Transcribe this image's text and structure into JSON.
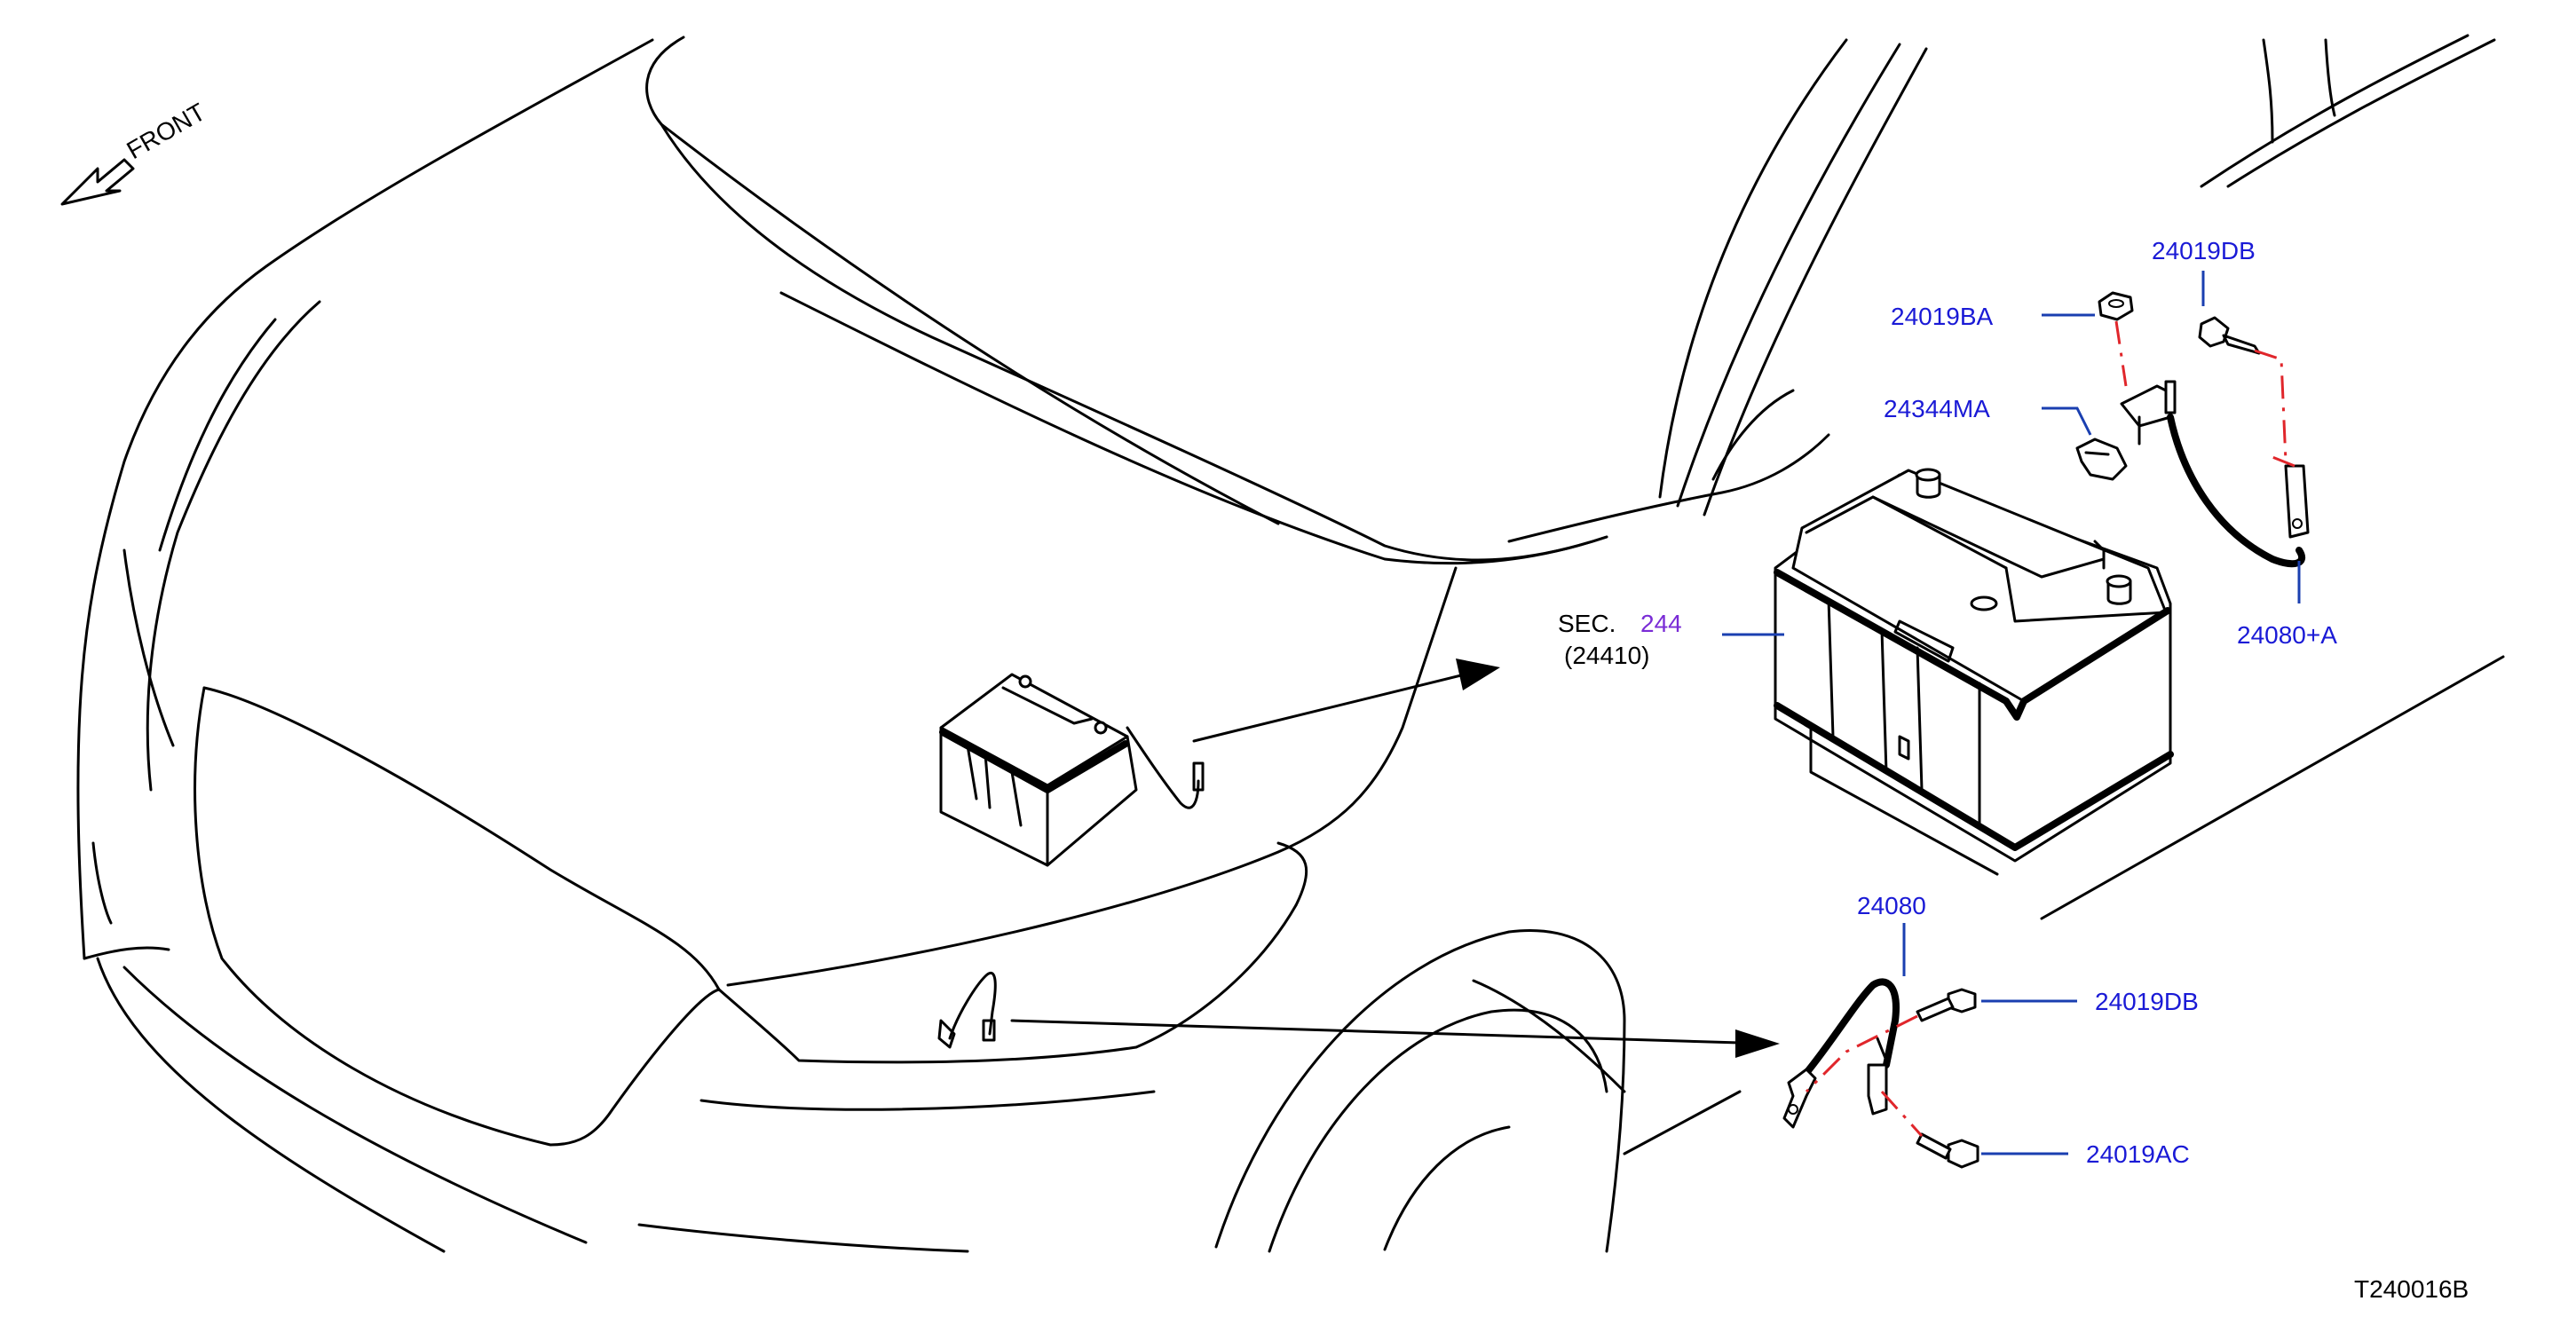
{
  "diagram": {
    "front_label": "FRONT",
    "figure_code": "T240016B",
    "section_ref": {
      "prefix": "SEC.",
      "number": "244",
      "part": "(24410)"
    },
    "callouts": {
      "bolt_db_top": "24019DB",
      "nut_ba": "24019BA",
      "bracket_ma": "24344MA",
      "cable_plus": "24080+A",
      "cable_minus": "24080",
      "bolt_db_lower": "24019DB",
      "bolt_ac": "24019AC"
    },
    "colors": {
      "callout_text": "#1a1ad6",
      "leader": "#1a3fb0",
      "centerline": "#e0262b",
      "section_number": "#7a2cd6"
    }
  }
}
